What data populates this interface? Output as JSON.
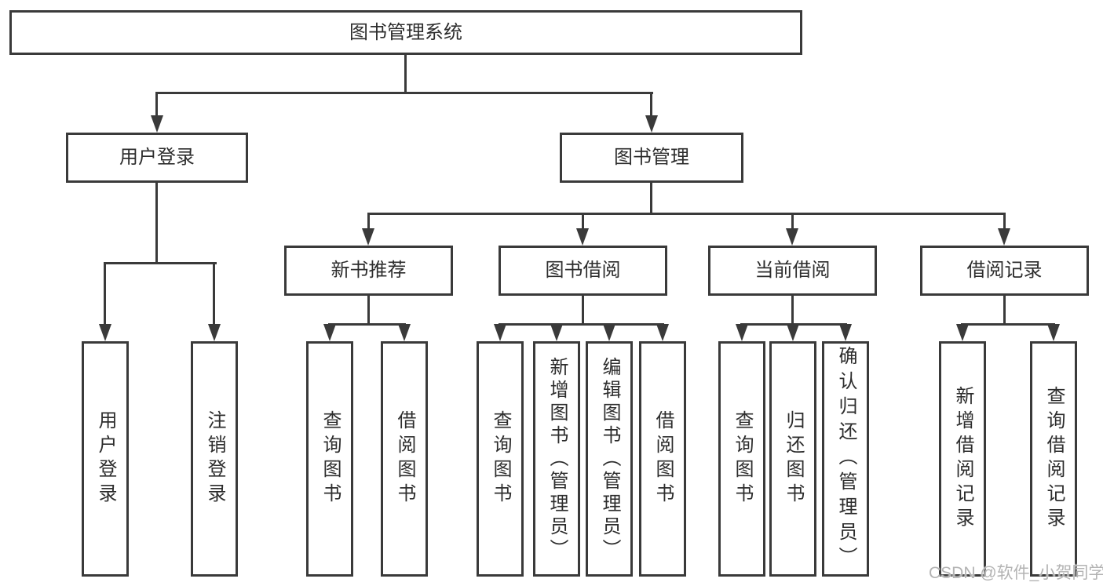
{
  "diagram": {
    "root": {
      "label": "图书管理系统"
    },
    "branches": [
      {
        "label": "用户登录",
        "children": [
          {
            "label": "用户登录"
          },
          {
            "label": "注销登录"
          }
        ]
      },
      {
        "label": "图书管理",
        "groups": [
          {
            "label": "新书推荐",
            "children": [
              {
                "label": "查询图书"
              },
              {
                "label": "借阅图书"
              }
            ]
          },
          {
            "label": "图书借阅",
            "children": [
              {
                "label": "查询图书"
              },
              {
                "label": "新增图书（管理员）"
              },
              {
                "label": "编辑图书（管理员）"
              },
              {
                "label": "借阅图书"
              }
            ]
          },
          {
            "label": "当前借阅",
            "children": [
              {
                "label": "查询图书"
              },
              {
                "label": "归还图书"
              },
              {
                "label": "确认归还（管理员）"
              }
            ]
          },
          {
            "label": "借阅记录",
            "children": [
              {
                "label": "新增借阅记录"
              },
              {
                "label": "查询借阅记录"
              }
            ]
          }
        ]
      }
    ],
    "watermark": "CSDN @软件_小贺同学"
  },
  "colors": {
    "line": "#3a3a3a",
    "text": "#2d2d2d",
    "background": "#ffffff",
    "watermark": "#b3b3b3"
  }
}
